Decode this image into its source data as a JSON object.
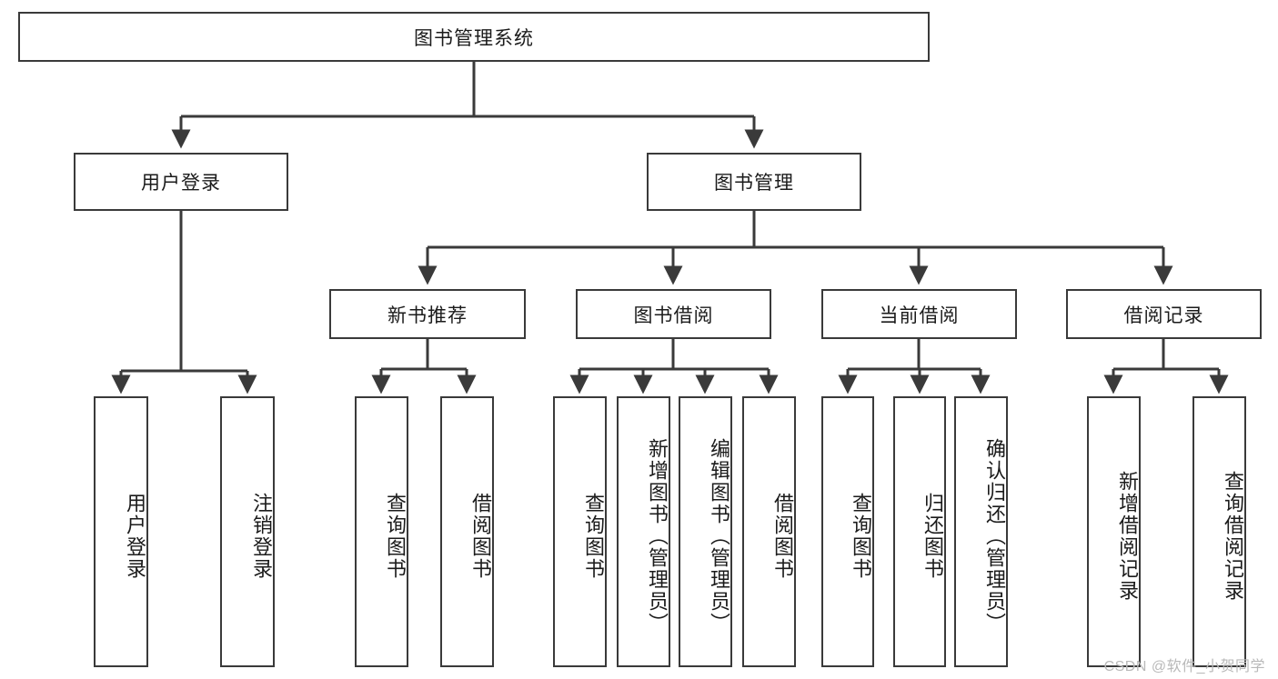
{
  "diagram": {
    "type": "tree",
    "title": "图书管理系统",
    "root": {
      "label": "图书管理系统"
    },
    "level2": [
      {
        "label": "用户登录"
      },
      {
        "label": "图书管理"
      }
    ],
    "level3": [
      {
        "label": "新书推荐"
      },
      {
        "label": "图书借阅"
      },
      {
        "label": "当前借阅"
      },
      {
        "label": "借阅记录"
      }
    ],
    "leaves": {
      "user_login": [
        {
          "label": "用户登录"
        },
        {
          "label": "注销登录"
        }
      ],
      "new_book_recommend": [
        {
          "label": "查询图书"
        },
        {
          "label": "借阅图书"
        }
      ],
      "book_borrow": [
        {
          "label": "查询图书"
        },
        {
          "label": "新增图书（管理员）"
        },
        {
          "label": "编辑图书（管理员）"
        },
        {
          "label": "借阅图书"
        }
      ],
      "current_borrow": [
        {
          "label": "查询图书"
        },
        {
          "label": "归还图书"
        },
        {
          "label": "确认归还（管理员）"
        }
      ],
      "borrow_record": [
        {
          "label": "新增借阅记录"
        },
        {
          "label": "查询借阅记录"
        }
      ]
    },
    "watermark": "CSDN @软件_小贺同学",
    "colors": {
      "stroke": "#3a3a3a",
      "fill": "#ffffff",
      "text": "#1b1b1b",
      "watermark": "#b9b9b9"
    }
  }
}
